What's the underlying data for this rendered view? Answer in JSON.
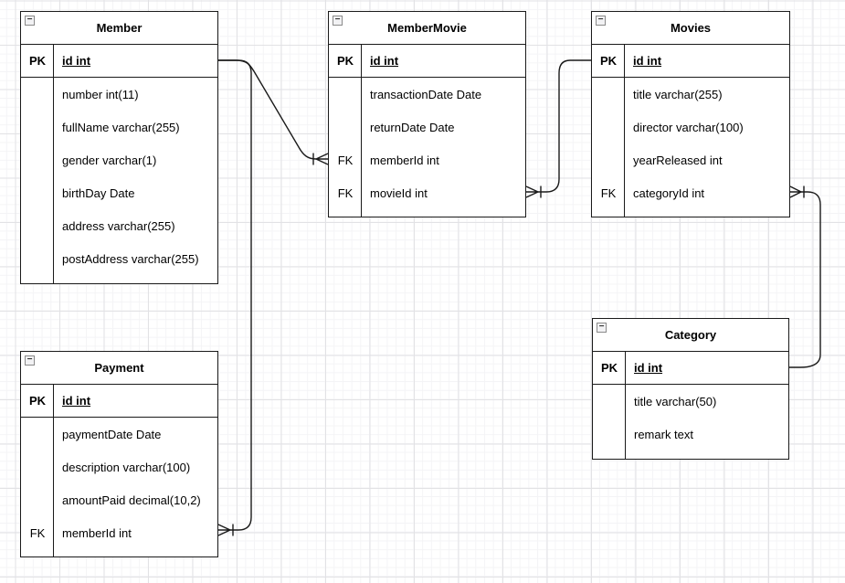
{
  "icons": {
    "collapse": "−"
  },
  "colors": {
    "background": "#ffffff",
    "stroke": "#1a1a1a",
    "grid_major": "#e2e2e5",
    "grid_minor": "#f4f4f6",
    "text": "#000000"
  },
  "entities": [
    {
      "title": "Member",
      "pk": {
        "key": "PK",
        "field": "id int"
      },
      "rows": [
        {
          "key": "",
          "field": "number int(11)"
        },
        {
          "key": "",
          "field": "fullName varchar(255)"
        },
        {
          "key": "",
          "field": "gender varchar(1)"
        },
        {
          "key": "",
          "field": "birthDay Date"
        },
        {
          "key": "",
          "field": "address varchar(255)"
        },
        {
          "key": "",
          "field": "postAddress varchar(255)"
        }
      ]
    },
    {
      "title": "MemberMovie",
      "pk": {
        "key": "PK",
        "field": "id int"
      },
      "rows": [
        {
          "key": "",
          "field": "transactionDate Date"
        },
        {
          "key": "",
          "field": "returnDate Date"
        },
        {
          "key": "FK",
          "field": "memberId int"
        },
        {
          "key": "FK",
          "field": "movieId int"
        }
      ]
    },
    {
      "title": "Movies",
      "pk": {
        "key": "PK",
        "field": "id int"
      },
      "rows": [
        {
          "key": "",
          "field": "title varchar(255)"
        },
        {
          "key": "",
          "field": "director varchar(100)"
        },
        {
          "key": "",
          "field": "yearReleased int"
        },
        {
          "key": "FK",
          "field": "categoryId int"
        }
      ]
    },
    {
      "title": "Payment",
      "pk": {
        "key": "PK",
        "field": "id int"
      },
      "rows": [
        {
          "key": "",
          "field": "paymentDate Date"
        },
        {
          "key": "",
          "field": "description varchar(100)"
        },
        {
          "key": "",
          "field": "amountPaid decimal(10,2)"
        },
        {
          "key": "FK",
          "field": "memberId int"
        }
      ]
    },
    {
      "title": "Category",
      "pk": {
        "key": "PK",
        "field": "id int"
      },
      "rows": [
        {
          "key": "",
          "field": "title varchar(50)"
        },
        {
          "key": "",
          "field": "remark text"
        }
      ]
    }
  ],
  "relationships": [
    {
      "from": "Member.id",
      "to": "MemberMovie.memberId",
      "cardinality": "one-to-many"
    },
    {
      "from": "Movies.id",
      "to": "MemberMovie.movieId",
      "cardinality": "one-to-many"
    },
    {
      "from": "Member.id",
      "to": "Payment.memberId",
      "cardinality": "one-to-many"
    },
    {
      "from": "Category.id",
      "to": "Movies.categoryId",
      "cardinality": "one-to-many"
    }
  ]
}
